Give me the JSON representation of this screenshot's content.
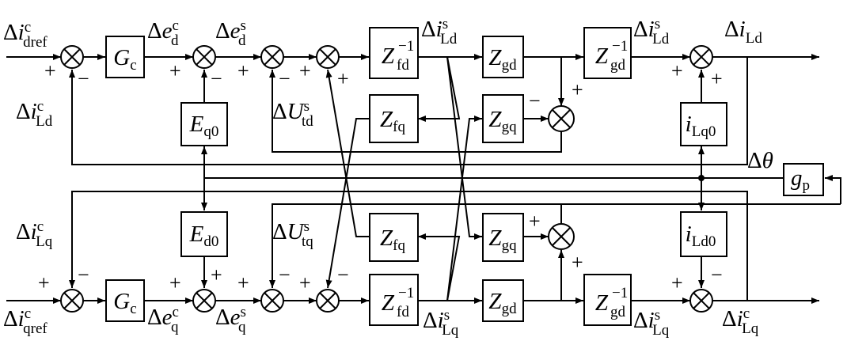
{
  "diagram": {
    "blocks": {
      "gc_d": {
        "main": "G",
        "sub": "c",
        "sup": ""
      },
      "gc_q": {
        "main": "G",
        "sub": "c",
        "sup": ""
      },
      "eq0": {
        "main": "E",
        "sub": "q0",
        "sup": ""
      },
      "ed0": {
        "main": "E",
        "sub": "d0",
        "sup": ""
      },
      "zfd_inv_d": {
        "main": "Z",
        "sub": "fd",
        "sup": "−1"
      },
      "zfd_inv_q": {
        "main": "Z",
        "sub": "fd",
        "sup": "−1"
      },
      "zfq_d": {
        "main": "Z",
        "sub": "fq",
        "sup": ""
      },
      "zfq_q": {
        "main": "Z",
        "sub": "fq",
        "sup": ""
      },
      "zgd_d": {
        "main": "Z",
        "sub": "gd",
        "sup": ""
      },
      "zgd_q": {
        "main": "Z",
        "sub": "gd",
        "sup": ""
      },
      "zgq_d": {
        "main": "Z",
        "sub": "gq",
        "sup": ""
      },
      "zgq_q": {
        "main": "Z",
        "sub": "gq",
        "sup": ""
      },
      "zgd_inv_d": {
        "main": "Z",
        "sub": "gd",
        "sup": "−1"
      },
      "zgd_inv_q": {
        "main": "Z",
        "sub": "gd",
        "sup": "−1"
      },
      "ilq0": {
        "main": "i",
        "sub": "Lq0",
        "sup": ""
      },
      "ild0": {
        "main": "i",
        "sub": "Ld0",
        "sup": ""
      },
      "gp": {
        "main": "g",
        "sub": "p",
        "sup": ""
      }
    },
    "signals": {
      "idref": {
        "pre": "Δ",
        "main": "i",
        "sub": "dref",
        "sup": "c"
      },
      "iqref": {
        "pre": "Δ",
        "main": "i",
        "sub": "qref",
        "sup": "c"
      },
      "ed_c": {
        "pre": "Δ",
        "main": "e",
        "sub": "d",
        "sup": "c"
      },
      "ed_s": {
        "pre": "Δ",
        "main": "e",
        "sub": "d",
        "sup": "s"
      },
      "eq_c": {
        "pre": "Δ",
        "main": "e",
        "sub": "q",
        "sup": "c"
      },
      "eq_s": {
        "pre": "Δ",
        "main": "e",
        "sub": "q",
        "sup": "s"
      },
      "ild_s_top": {
        "pre": "Δ",
        "main": "i",
        "sub": "Ld",
        "sup": "s"
      },
      "ild_s_right": {
        "pre": "Δ",
        "main": "i",
        "sub": "Ld",
        "sup": "s"
      },
      "ild_out": {
        "pre": "Δ",
        "main": "i",
        "sub": "Ld",
        "sup": ""
      },
      "ild_c": {
        "pre": "Δ",
        "main": "i",
        "sub": "Ld",
        "sup": "c"
      },
      "ilq_c_left": {
        "pre": "Δ",
        "main": "i",
        "sub": "Lq",
        "sup": "c"
      },
      "utd_s": {
        "pre": "Δ",
        "main": "U",
        "sub": "td",
        "sup": "s"
      },
      "utq_s": {
        "pre": "Δ",
        "main": "U",
        "sub": "tq",
        "sup": "s"
      },
      "ilq_s_bottom": {
        "pre": "Δ",
        "main": "i",
        "sub": "Lq",
        "sup": "s"
      },
      "ilq_s_right": {
        "pre": "Δ",
        "main": "i",
        "sub": "Lq",
        "sup": "s"
      },
      "ilq_c_out": {
        "pre": "Δ",
        "main": "i",
        "sub": "Lq",
        "sup": "c"
      },
      "theta": {
        "pre": "Δ",
        "main": "θ",
        "sub": "",
        "sup": ""
      }
    },
    "signs": {
      "plus": "+",
      "minus": "−"
    }
  }
}
